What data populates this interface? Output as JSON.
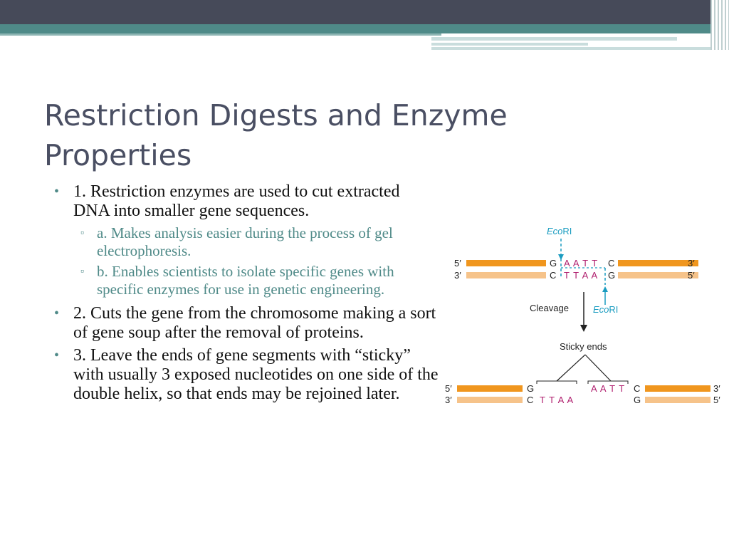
{
  "title": "Restriction Digests and Enzyme Properties",
  "bullets": [
    {
      "text": "1. Restriction enzymes are used to cut extracted DNA into smaller gene sequences.",
      "sub": [
        "a. Makes analysis easier during the process of gel electrophoresis.",
        "b. Enables scientists to isolate specific genes with specific enzymes for use in genetic engineering."
      ]
    },
    {
      "text": "2. Cuts the gene from the chromosome making a sort of gene soup after the removal of proteins."
    },
    {
      "text": "3. Leave the ends of gene segments with “sticky” with usually 3 exposed nucleotides on one side of the double helix, so that ends may be rejoined later."
    }
  ],
  "figure": {
    "enzyme_italic": "Eco",
    "enzyme_rest": "RI",
    "five_prime": "5′",
    "three_prime": "3′",
    "top_left_base": "G",
    "top_site": "A A T T",
    "top_right_base": "C",
    "bottom_left_base": "C",
    "bottom_site": "T T A A",
    "bottom_right_base": "G",
    "cleavage_label": "Cleavage",
    "sticky_label": "Sticky ends",
    "colors": {
      "strand_dark": "#f0961e",
      "strand_light": "#f6c38a",
      "site": "#b0206f",
      "arrow": "#1a9cc0"
    }
  }
}
